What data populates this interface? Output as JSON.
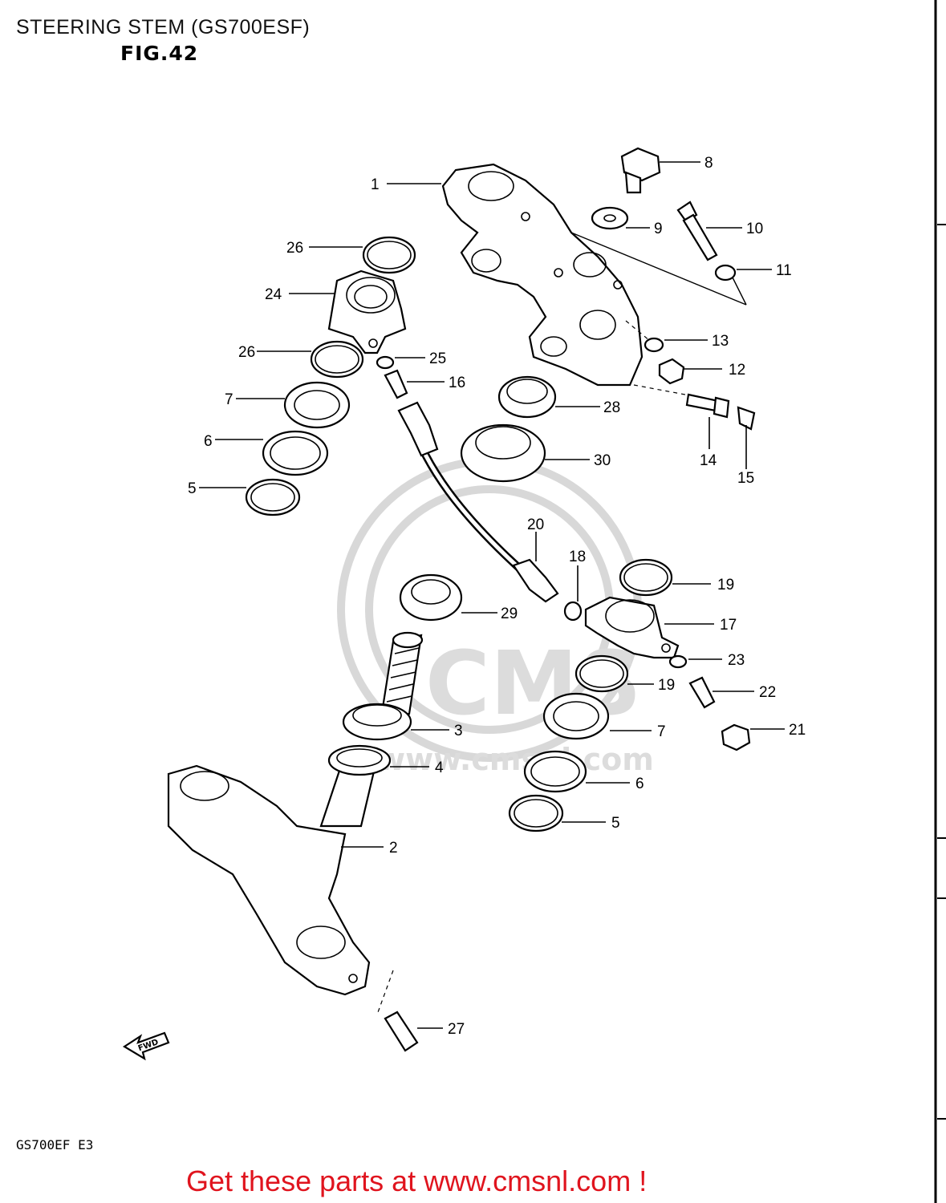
{
  "diagram": {
    "title": "STEERING STEM (GS700ESF)",
    "figure": "FIG.42",
    "model_code": "GS700EF  E3",
    "call_to_action": "Get these parts at www.cmsnl.com !",
    "watermark_text": "CMS",
    "watermark_url": "www.cmsnl.com",
    "fwd_label": "FWD",
    "colors": {
      "call_to_action": "#e0141e",
      "line": "#000000",
      "watermark": "#d8d8d8"
    }
  },
  "callouts": [
    {
      "id": "1",
      "label": "1"
    },
    {
      "id": "8",
      "label": "8"
    },
    {
      "id": "9",
      "label": "9"
    },
    {
      "id": "10",
      "label": "10"
    },
    {
      "id": "11",
      "label": "11"
    },
    {
      "id": "26a",
      "label": "26"
    },
    {
      "id": "24",
      "label": "24"
    },
    {
      "id": "13",
      "label": "13"
    },
    {
      "id": "12",
      "label": "12"
    },
    {
      "id": "26b",
      "label": "26"
    },
    {
      "id": "25",
      "label": "25"
    },
    {
      "id": "16",
      "label": "16"
    },
    {
      "id": "7a",
      "label": "7"
    },
    {
      "id": "28",
      "label": "28"
    },
    {
      "id": "6a",
      "label": "6"
    },
    {
      "id": "30",
      "label": "30"
    },
    {
      "id": "14",
      "label": "14"
    },
    {
      "id": "15",
      "label": "15"
    },
    {
      "id": "5a",
      "label": "5"
    },
    {
      "id": "20",
      "label": "20"
    },
    {
      "id": "18",
      "label": "18"
    },
    {
      "id": "19a",
      "label": "19"
    },
    {
      "id": "29",
      "label": "29"
    },
    {
      "id": "17",
      "label": "17"
    },
    {
      "id": "23",
      "label": "23"
    },
    {
      "id": "19b",
      "label": "19"
    },
    {
      "id": "22",
      "label": "22"
    },
    {
      "id": "3",
      "label": "3"
    },
    {
      "id": "7b",
      "label": "7"
    },
    {
      "id": "21",
      "label": "21"
    },
    {
      "id": "4",
      "label": "4"
    },
    {
      "id": "6b",
      "label": "6"
    },
    {
      "id": "5b",
      "label": "5"
    },
    {
      "id": "2",
      "label": "2"
    },
    {
      "id": "27",
      "label": "27"
    }
  ]
}
